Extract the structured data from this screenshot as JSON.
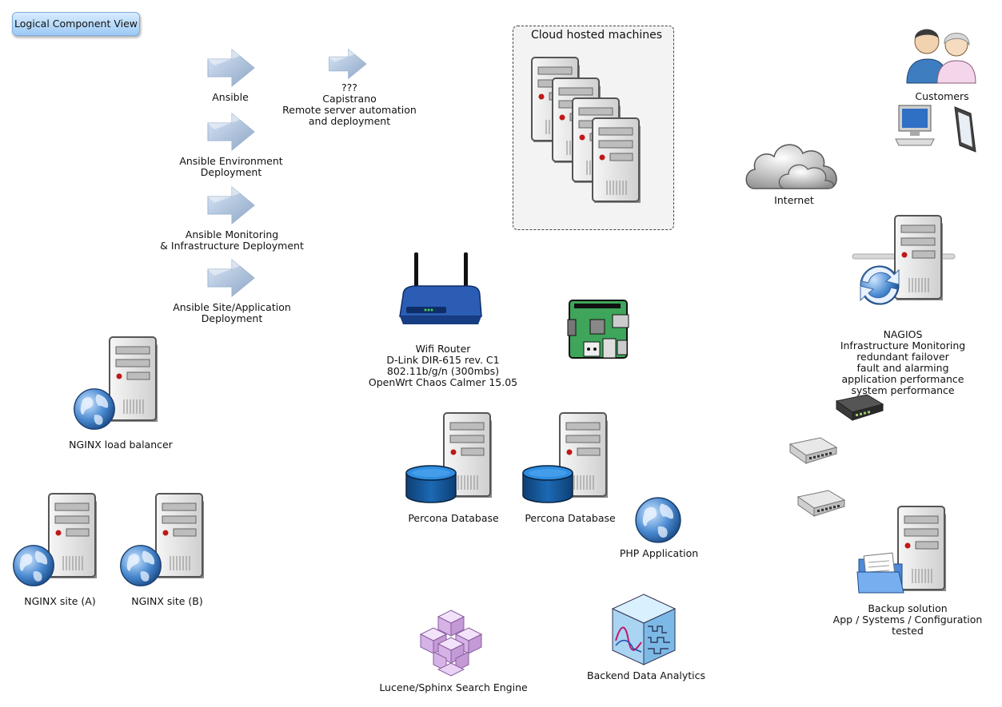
{
  "title": "Logical Component View",
  "arrows": [
    {
      "label_lines": [
        "Ansible"
      ]
    },
    {
      "label_lines": [
        "Ansible Environment",
        "Deployment"
      ]
    },
    {
      "label_lines": [
        "Ansible Monitoring",
        "& Infrastructure Deployment"
      ]
    },
    {
      "label_lines": [
        "Ansible Site/Application",
        "Deployment"
      ]
    },
    {
      "label_lines": [
        "???",
        "Capistrano",
        "Remote server automation",
        "and deployment"
      ]
    }
  ],
  "cloud_box": {
    "title": "Cloud hosted machines"
  },
  "nodes": {
    "customers": "Customers",
    "internet": "Internet",
    "nagios": [
      "NAGIOS",
      "Infrastructure Monitoring",
      "redundant failover",
      "fault and alarming",
      "application performance",
      "system performance"
    ],
    "router": [
      "Wifi Router",
      "D-Link DIR-615 rev. C1",
      "802.11b/g/n (300mbs)",
      "OpenWrt Chaos Calmer 15.05"
    ],
    "load_balancer": "NGINX load balancer",
    "site_a": "NGINX site (A)",
    "site_b": "NGINX site (B)",
    "db1": "Percona Database",
    "db2": "Percona Database",
    "php": "PHP Application",
    "search": "Lucene/Sphinx Search Engine",
    "analytics": "Backend Data Analytics",
    "backup": [
      "Backup solution",
      "App / Systems / Configuration",
      "tested"
    ]
  },
  "colors": {
    "title_tab": "#9cc9f4",
    "arrow": "#a9bfdc",
    "server_body": "#e6e6e6",
    "db_cylinder": "#1a5fa3",
    "globe": "#3f7fc4",
    "cloud": "#8a8a8a",
    "pi_board": "#3ea55a",
    "search_cubes": "#d9b7e6"
  }
}
